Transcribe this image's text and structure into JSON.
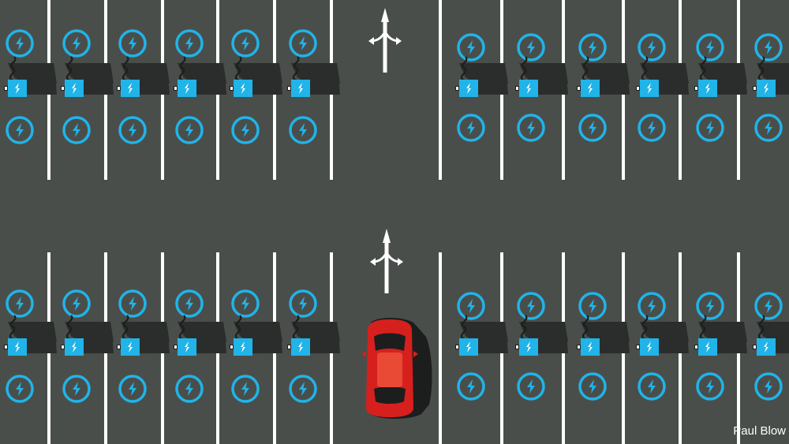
{
  "credit": "Paul Blow",
  "colors": {
    "asphalt": "#4a4e4b",
    "line": "#ffffff",
    "charger": "#20b4e8",
    "charger_shadow": "#2b2d2c",
    "car": "#d6201e"
  },
  "icons": [
    "lightning-bolt-icon",
    "straight-or-turn-arrow-icon",
    "car"
  ],
  "scene": {
    "rows": 2,
    "bays_per_side": 6,
    "occupied_bays": 1
  }
}
